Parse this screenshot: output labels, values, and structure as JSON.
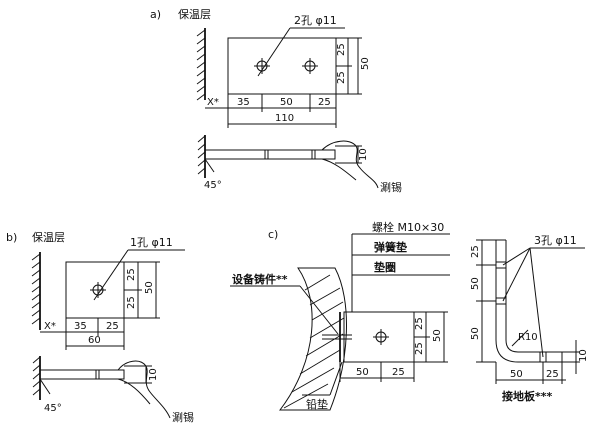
{
  "figure_a": {
    "label": "a)",
    "insulation": "保温层",
    "holes": "2孔 φ11",
    "dim_x": "X*",
    "dim_35": "35",
    "dim_50": "50",
    "dim_25": "25",
    "dim_110": "110",
    "dim_v25a": "25",
    "dim_v25b": "25",
    "dim_v50": "50",
    "dim_side10": "10",
    "angle": "45°",
    "tin": "涮锡"
  },
  "figure_b": {
    "label": "b)",
    "insulation": "保温层",
    "holes": "1孔 φ11",
    "dim_x": "X*",
    "dim_35": "35",
    "dim_25": "25",
    "dim_60": "60",
    "dim_v25a": "25",
    "dim_v25b": "25",
    "dim_v50": "50",
    "dim_side10": "10",
    "angle": "45°",
    "tin": "涮锡"
  },
  "figure_c": {
    "label": "c)",
    "bolt": "螺栓 M10×30",
    "spring_washer": "弹簧垫",
    "washer": "垫圈",
    "casting": "设备铸件**",
    "lead_pad": "铅垫",
    "dim_50": "50",
    "dim_25": "25",
    "dim_v25": "25",
    "dim_v25b": "25",
    "dim_v50": "50",
    "holes": "3孔 φ11",
    "dim_s25": "25",
    "dim_s50a": "50",
    "dim_s50b": "50",
    "radius": "R10",
    "dim_s10": "10",
    "dim_h50": "50",
    "dim_h25": "25",
    "ground_plate": "接地板***"
  }
}
